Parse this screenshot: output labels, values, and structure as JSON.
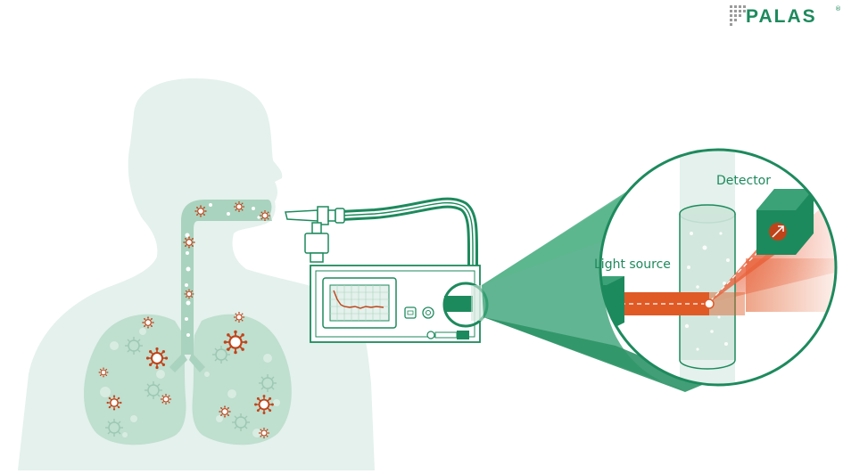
{
  "brand": {
    "name": "PALAS",
    "registered_mark": "®",
    "color": "#1d8a5d"
  },
  "labels": {
    "light_source": "Light source",
    "detector": "Detector"
  },
  "colors": {
    "primary_green": "#1d8a5d",
    "body_tint": "#e4f1ec",
    "lung_tint": "#bfdfcf",
    "airway_tint": "#a9d3be",
    "virus_red": "#c0441a",
    "beam_orange": "#e05a26",
    "panel_green": "#9fd1b8"
  },
  "icons": [
    "virus-icon",
    "particle-icon",
    "light-beam",
    "detector-sensor",
    "aerosol-spectrometer-device",
    "breathing-tube",
    "magnifier-circle"
  ]
}
